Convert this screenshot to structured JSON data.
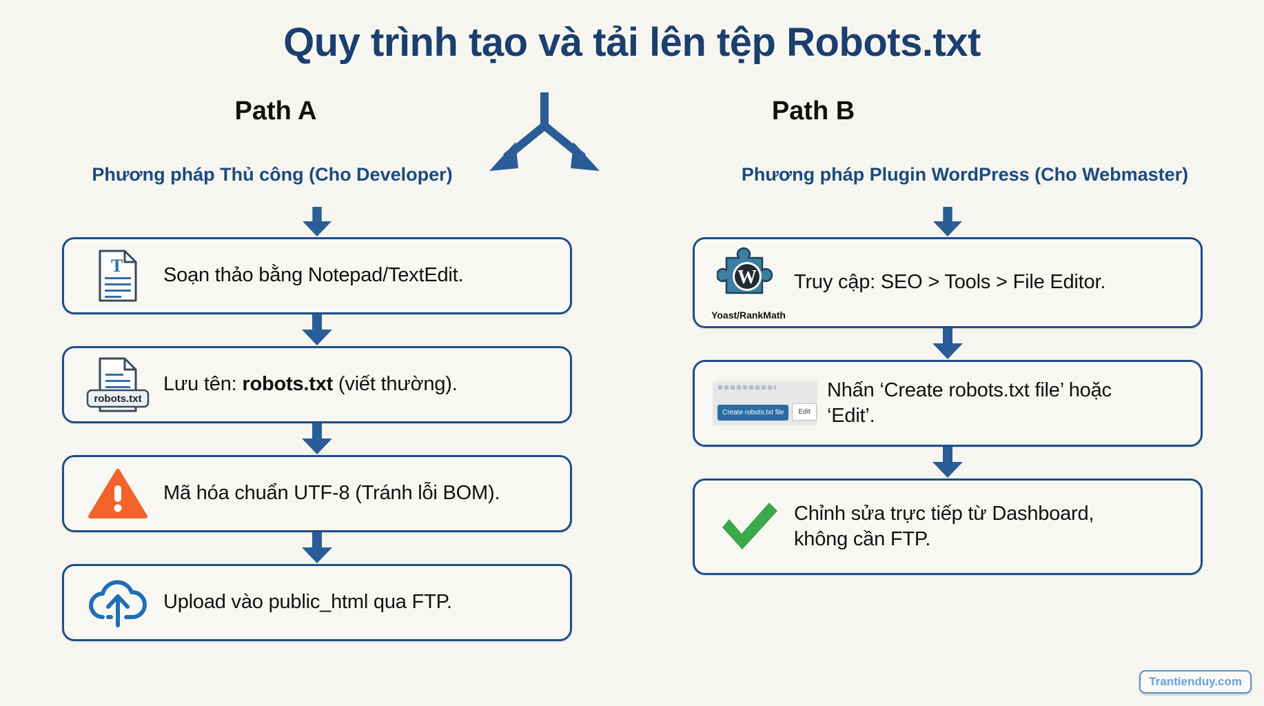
{
  "title": "Quy trình tạo và tải lên tệp Robots.txt",
  "paths": {
    "a": {
      "label": "Path A",
      "method": "Phương pháp Thủ công (Cho Developer)",
      "steps": [
        {
          "icon": "text-document-icon",
          "text_plain": "Soạn thảo bằng Notepad/TextEdit.",
          "text_pre": "Soạn thảo bằng Notepad/TextEdit.",
          "text_bold": "",
          "text_post": ""
        },
        {
          "icon": "robots-txt-file-icon",
          "icon_label": "robots.txt",
          "text_plain": "Lưu tên: robots.txt (viết thường).",
          "text_pre": "Lưu tên: ",
          "text_bold": "robots.txt",
          "text_post": " (viết thường)."
        },
        {
          "icon": "warning-triangle-icon",
          "text_plain": "Mã hóa chuẩn UTF-8 (Tránh lỗi BOM).",
          "text_pre": "Mã hóa chuẩn UTF-8 (Tránh lỗi BOM).",
          "text_bold": "",
          "text_post": ""
        },
        {
          "icon": "cloud-upload-icon",
          "text_plain": "Upload vào public_html qua FTP.",
          "text_pre": "Upload vào public_html qua FTP.",
          "text_bold": "",
          "text_post": ""
        }
      ]
    },
    "b": {
      "label": "Path B",
      "method": "Phương pháp Plugin WordPress (Cho Webmaster)",
      "steps": [
        {
          "icon": "wordpress-plugin-puzzle-icon",
          "icon_caption": "Yoast/RankMath",
          "text_plain": "Truy cập: SEO > Tools > File Editor."
        },
        {
          "icon": "plugin-screenshot-icon",
          "screenshot": {
            "primary_button": "Create robots.txt file",
            "secondary_button": "Edit"
          },
          "text_line1": "Nhấn ‘Create robots.txt file’ hoặc",
          "text_line2": "‘Edit’."
        },
        {
          "icon": "green-checkmark-icon",
          "text_line1": "Chỉnh sửa trực tiếp từ Dashboard,",
          "text_line2": "không cần FTP."
        }
      ]
    }
  },
  "watermark": "Trantienduy.com",
  "colors": {
    "background": "#f6f5f0",
    "title_navy": "#1b3f6e",
    "card_border": "#1d4e88",
    "arrow_blue": "#2a5d97",
    "warning_orange": "#f2622a",
    "check_green": "#3aa84b",
    "plugin_teal": "#3b7fa3",
    "watermark_blue": "#6aa0dc"
  }
}
